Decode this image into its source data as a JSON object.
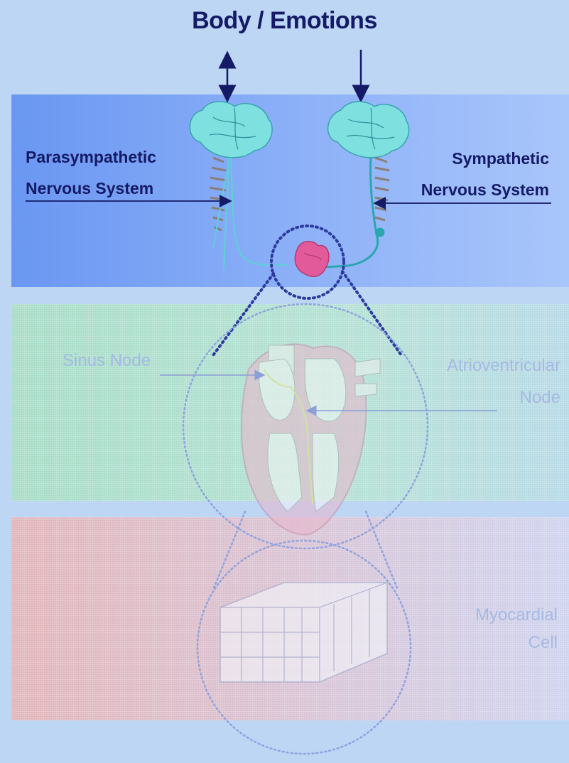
{
  "title": "Body / Emotions",
  "labels": {
    "parasympathetic_line1": "Parasympathetic",
    "parasympathetic_line2": "Nervous System",
    "sympathetic_line1": "Sympathetic",
    "sympathetic_line2": "Nervous System",
    "sinus_node": "Sinus Node",
    "av_node_line1": "Atrioventricular",
    "av_node_line2": "Node",
    "myocardial_line1": "Myocardial",
    "myocardial_line2": "Cell"
  },
  "colors": {
    "background": "#bcd6f4",
    "text": "#141a66",
    "brain": "#7fe0e0",
    "nerve": "#2ba7b0",
    "heart": "#e25a9a",
    "dotted_circle": "#2d3a9e",
    "faded_label": "#a6b9e3"
  },
  "icons": [
    "brain-icon",
    "spine-icon",
    "heart-icon",
    "heart-anatomy-icon",
    "myocardial-cell-icon"
  ]
}
